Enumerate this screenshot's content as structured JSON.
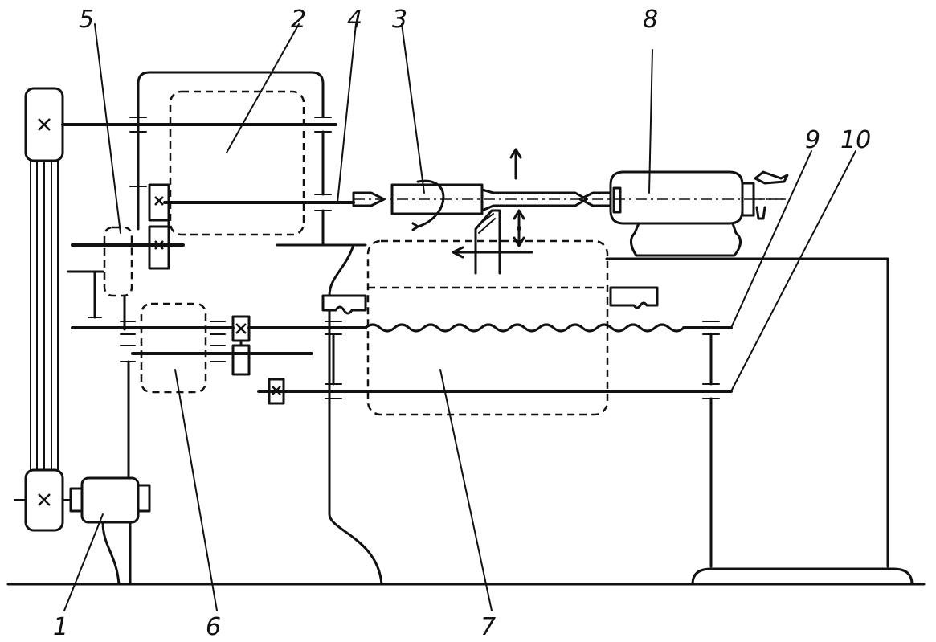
{
  "figure": {
    "labels": {
      "l1": "1",
      "l2": "2",
      "l3": "3",
      "l4": "4",
      "l5": "5",
      "l6": "6",
      "l7": "7",
      "l8": "8",
      "l9": "9",
      "l10": "10"
    }
  },
  "colors": {
    "ink": "#111111",
    "paper": "#ffffff"
  }
}
